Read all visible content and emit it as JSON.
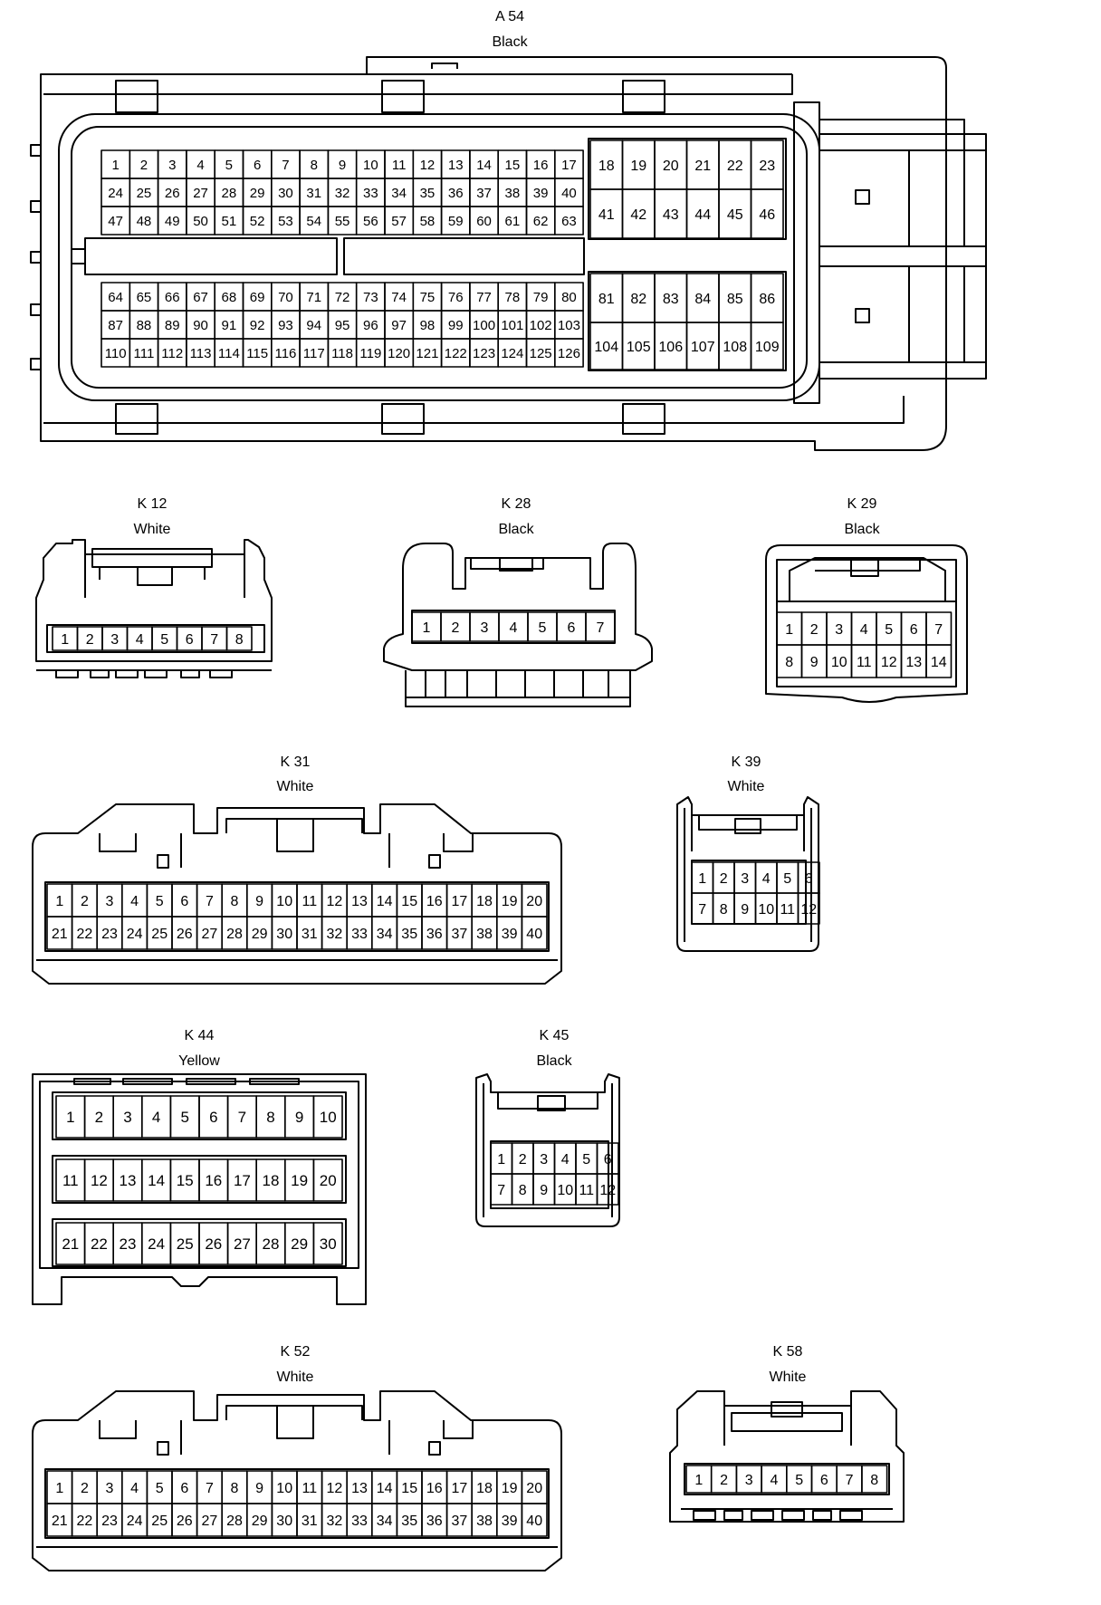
{
  "connectors": [
    {
      "id": "A54",
      "code": "A 54",
      "color": "Black"
    },
    {
      "id": "K12",
      "code": "K 12",
      "color": "White"
    },
    {
      "id": "K28",
      "code": "K 28",
      "color": "Black"
    },
    {
      "id": "K29",
      "code": "K 29",
      "color": "Black"
    },
    {
      "id": "K31",
      "code": "K 31",
      "color": "White"
    },
    {
      "id": "K39",
      "code": "K 39",
      "color": "White"
    },
    {
      "id": "K44",
      "code": "K 44",
      "color": "Yellow"
    },
    {
      "id": "K45",
      "code": "K 45",
      "color": "Black"
    },
    {
      "id": "K52",
      "code": "K 52",
      "color": "White"
    },
    {
      "id": "K58",
      "code": "K 58",
      "color": "White"
    }
  ]
}
